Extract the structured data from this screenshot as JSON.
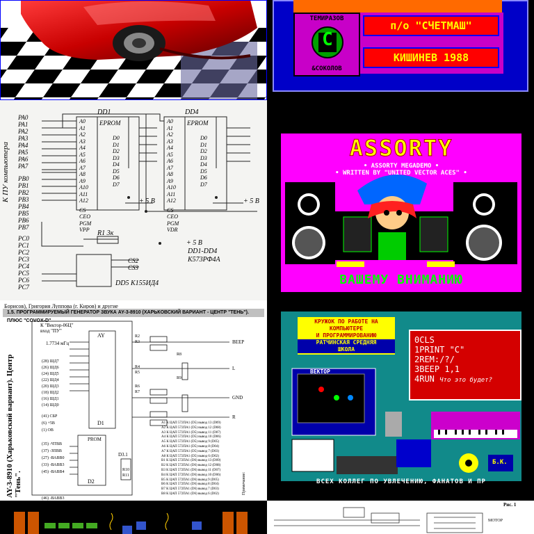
{
  "title_screen": {
    "left_top": "ТЕМИРАЗОВ",
    "logo_letter": "С",
    "left_bottom": "&СОКОЛОВ",
    "line1": "п/о \"СЧЕТМАШ\"",
    "line2": "КИШИНЕВ 1988"
  },
  "schematic_eprom": {
    "port_label": "К ПУ компьютера",
    "chip1": "DD1",
    "chip2": "DD4",
    "eprom_label": "EPROM",
    "pa_pins": [
      "PA0",
      "PA1",
      "PA2",
      "PA3",
      "PA4",
      "PA5",
      "PA6",
      "PA7"
    ],
    "pb_pins": [
      "PB0",
      "PB1",
      "PB2",
      "PB3",
      "PB4",
      "PB5",
      "PB6",
      "PB7"
    ],
    "pc_pins": [
      "PC0",
      "PC1",
      "PC2",
      "PC3",
      "PC4",
      "PC5",
      "PC6",
      "PC7"
    ],
    "addr_pins": [
      "A0",
      "A1",
      "A2",
      "A3",
      "A4",
      "A5",
      "A6",
      "A7",
      "A8",
      "A9",
      "A10",
      "A11",
      "A12"
    ],
    "data_pins": [
      "D0",
      "D1",
      "D2",
      "D3",
      "D4",
      "D5",
      "D6",
      "D7"
    ],
    "control_pins": [
      "CS",
      "CEO",
      "PGM",
      "VPP",
      "VDR"
    ],
    "plus5v": "+ 5 В",
    "resistor": "R1 3к",
    "chips_note_1": "DD1-DD4",
    "chips_note_2": "К573РФ4А",
    "dd5": "DD5 К155ИД4",
    "cs_labels": [
      "CS2",
      "CS3"
    ]
  },
  "assorty": {
    "title": "ASSORTY",
    "subtitle": "• ASSORTY MEGADEMO •",
    "written_by": "• WRITTEN BY \"UNITED VECTOR ACES\" •",
    "bottom": "ВАШЕМУ ВНИМАНИЮ"
  },
  "schematic_ay": {
    "header": "Борисов), Григория Луппова (г. Киров) и другие",
    "heading": "1.5. ПРОГРАММИРУЕМЫЙ ГЕНЕРАТОР ЗВУКА AY-3-8910 (ХАРЬКОВСКИЙ ВАРИАНТ - ЦЕНТР \"ТЕНЬ\"). ПЛЮС \"COVOX-D\"",
    "side_title": "AY-3-8910 (Харьковский вариант). Центр \"Тень\".",
    "ref_note": "К \"Вектор-06Ц\" вход \"ПУ\"",
    "clock": "1.7734 мГц",
    "chip_ay": "AY",
    "chip_d1": "D1",
    "chip_d2": "D2",
    "chip_d3": "D3.1",
    "prom": "PROM",
    "outputs": [
      "BEEP",
      "L",
      "GND",
      "R"
    ],
    "resistors": [
      "R2",
      "R3",
      "R8",
      "R4",
      "R5",
      "R9",
      "R6",
      "R7",
      "R10",
      "R11"
    ],
    "left_pins": [
      "(28) ШД7",
      "(26) ШД6",
      "(24) ШД5",
      "(22) ШД4",
      "(20) ШД3",
      "(18) ШД2",
      "(16) ШД1",
      "(14) ШД0"
    ],
    "left_pins_2": [
      "(41) СБР",
      "(6) +5В",
      "(1) ОВ",
      "(35) -ЧТВВ",
      "(37) -ЗПВВ",
      "(27) -ВАВВ0",
      "(33) -ВАВВ3",
      "(45) -ВАВВ4"
    ],
    "dac_rows": [
      "К ЦАП 572ПА1 (D5) вывод 13 (D09)",
      "К ЦАП 572ПА1 (D5) вывод 12 (D08)",
      "К ЦАП 572ПА1 (D5) вывод 11 (D07)",
      "К ЦАП 572ПА1 (D5) вывод 10 (D06)",
      "К ЦАП 572ПА1 (D5) вывод 9 (D05)",
      "К ЦАП 572ПА1 (D5) вывод 8 (D04)",
      "К ЦАП 572ПА1 (D5) вывод 7 (D03)",
      "К ЦАП 572ПА1 (D5) вывод 6 (D02)",
      "К ЦАП 572ПА1 (D6) вывод 13 (D09)",
      "К ЦАП 572ПА1 (D6) вывод 12 (D08)",
      "К ЦАП 572ПА1 (D6) вывод 11 (D07)",
      "К ЦАП 572ПА1 (D6) вывод 10 (D06)",
      "К ЦАП 572ПА1 (D6) вывод 9 (D05)",
      "К ЦАП 572ПА1 (D6) вывод 8 (D04)",
      "К ЦАП 572ПА1 (D6) вывод 7 (D03)",
      "К ЦАП 572ПА1 (D6) вывод 6 (D02)"
    ],
    "dac_pins": [
      "A1",
      "A2",
      "A3",
      "A4",
      "A5",
      "A6",
      "A7",
      "A8",
      "B1",
      "B2",
      "B3",
      "B4",
      "B5",
      "B6",
      "B7",
      "B8"
    ],
    "note": "Примечание:",
    "bottom_label": "(46) -ВАВВ3"
  },
  "club": {
    "header_lines": [
      "КРУЖОК ПО РАБОТЕ НА",
      "КОМПЬЮТЕРЕ",
      "И ПРОГРАММИРОВАНИЮ",
      "РАТЧИНСКАЯ СРЕДНЯЯ",
      "ШКОЛА"
    ],
    "code_lines": [
      "0CLS",
      "1PRINT \"С\"",
      "2REM:/?/",
      "3BEEP 1,1",
      "4RUN"
    ],
    "question": "Что это будет?",
    "tv_brand": "ВЕКТОР",
    "box_label": "Б.К.",
    "bottom": "ВСЕХ КОЛЛЕГ ПО УВЛЕЧЕНИЮ, ФАНАТОВ И ПР"
  },
  "schematic_bottom": {
    "fig": "Рис. 1",
    "label": "МОТОР"
  }
}
